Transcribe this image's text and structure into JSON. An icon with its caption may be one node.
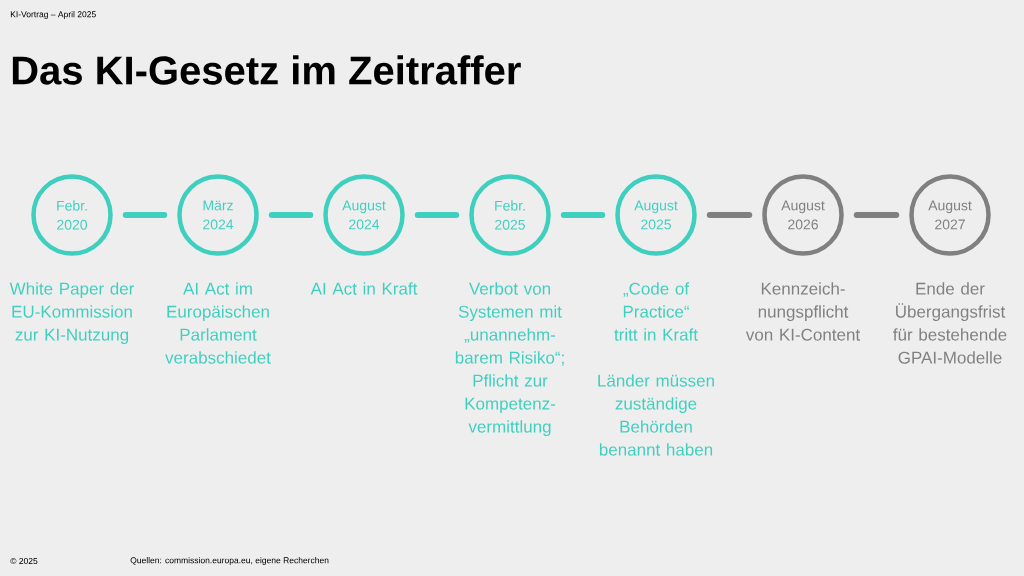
{
  "diagram": {
    "title": "Das KI-Gesetz im Zeitraffer",
    "nodes": [
      {
        "text": [
          "Febr. 2020"
        ],
        "beside": [
          "White Paper der EU-Kommission zur KI-Nutzung"
        ]
      },
      {
        "text": [
          "März 2024"
        ],
        "beside": [
          "AI Act im Europäischen Parlament verabschiedet"
        ]
      },
      {
        "text": [
          "August 2024"
        ],
        "beside": [
          "AI Act in Kraft"
        ]
      },
      {
        "text": [
          "Febr. 2025"
        ],
        "beside": [
          "Verbot von Systemen mit „unannehm-barem Risiko“; Pflicht zur Kompetenz-vermittlung"
        ]
      },
      {
        "text": [
          "August 2025"
        ],
        "beside": [
          "„Code of Practice“ tritt in Kraft",
          "Länder müssen zuständige Behörden benannt haben"
        ]
      },
      {
        "text": [
          "August 2026"
        ],
        "beside": [
          "Kennzeich-nungspflicht von KI-Content"
        ]
      },
      {
        "text": [
          "August 2027"
        ],
        "beside": [
          "Ende der Übergangsfrist für bestehende GPAI-Modelle"
        ]
      }
    ],
    "edges": [
      {
        "from": 0,
        "to": 1,
        "arrow": "none"
      },
      {
        "from": 1,
        "to": 2,
        "arrow": "none"
      },
      {
        "from": 2,
        "to": 3,
        "arrow": "none"
      },
      {
        "from": 3,
        "to": 4,
        "arrow": "none"
      },
      {
        "from": 4,
        "to": 5,
        "arrow": "none",
        "color": "#808080"
      },
      {
        "from": 5,
        "to": 6,
        "arrow": "none",
        "color": "#808080"
      }
    ],
    "labels": [
      "KI-Vortrag – April 2025",
      "© 2025",
      "Quellen: commission.europa.eu, eigene Recherchen"
    ]
  }
}
